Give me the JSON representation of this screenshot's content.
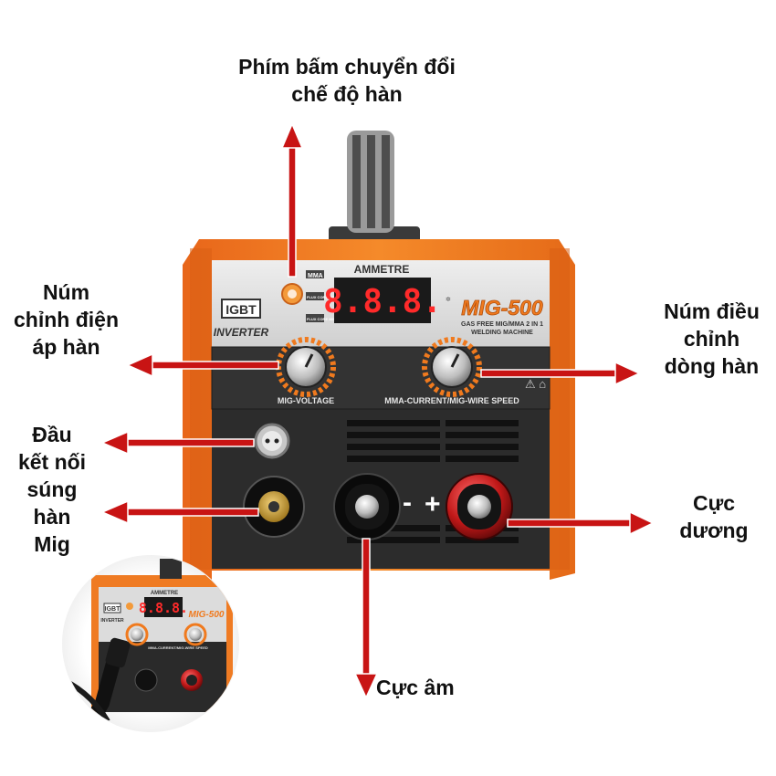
{
  "labels": {
    "mode_button": "Phím bấm chuyển đổi\nchế độ hàn",
    "voltage_knob": "Núm\nchỉnh điện\náp hàn",
    "current_knob": "Núm điều\nchỉnh\ndòng hàn",
    "gun_connector": "Đầu\nkết nối\nsúng\nhàn\nMig",
    "positive_terminal": "Cực\ndương",
    "negative_terminal": "Cực âm"
  },
  "machine": {
    "ammeter_title": "AMMETRE",
    "display_value": "8.8.8.",
    "model": "MIG-500",
    "subtitle_line1": "GAS FREE MIG/MMA 2 IN 1",
    "subtitle_line2": "WELDING MACHINE",
    "brand_top": "IGBT",
    "brand_bottom": "INVERTER",
    "mode_mma": "MMA",
    "mode_mig1": "FLUX CORE MIG",
    "mode_mig2": "FLUX CORE MIG",
    "voltage_label": "MIG-VOLTAGE",
    "current_label": "MMA-CURRENT/MIG-WIRE SPEED",
    "minus_sign": "-",
    "plus_sign": "+"
  },
  "inset": {
    "ammeter_title": "AMMETRE",
    "display_value": "8.8.8.",
    "model": "MIG-500",
    "brand_top": "IGBT",
    "brand_bottom": "INVERTER",
    "current_label": "MMA-CURRENT/MIG-WIRE SPEED"
  },
  "colors": {
    "arrow": "#c81414",
    "housing": "#f07a1e",
    "panel_grey": "#dcdcdc",
    "front_dark": "#2c2c2c",
    "display_red": "#ff2a2a"
  }
}
